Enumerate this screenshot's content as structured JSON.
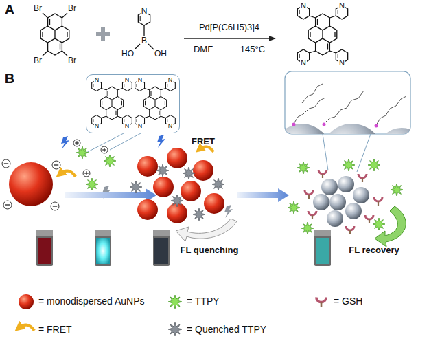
{
  "diagram": {
    "nodes": [
      {
        "text": [
          "N",
          "N",
          "N",
          "N",
          "N",
          "N",
          "N",
          "N"
        ]
      }
    ],
    "labels": [
      "A",
      "Br",
      "Br",
      "Br",
      "Br",
      "N",
      "B",
      "HO",
      "OH",
      "Pd[P(C6H5)3]4",
      "DMF",
      "145°C",
      "N",
      "N",
      "N",
      "N",
      "B",
      "FRET",
      "FL quenching",
      "FL recovery"
    ],
    "legend": [
      {
        "text": "= monodispersed AuNPs"
      },
      {
        "text": "= TTPY"
      },
      {
        "text": "= GSH"
      },
      {
        "text": "= FRET"
      },
      {
        "text": "= Quenched TTPY"
      }
    ]
  }
}
